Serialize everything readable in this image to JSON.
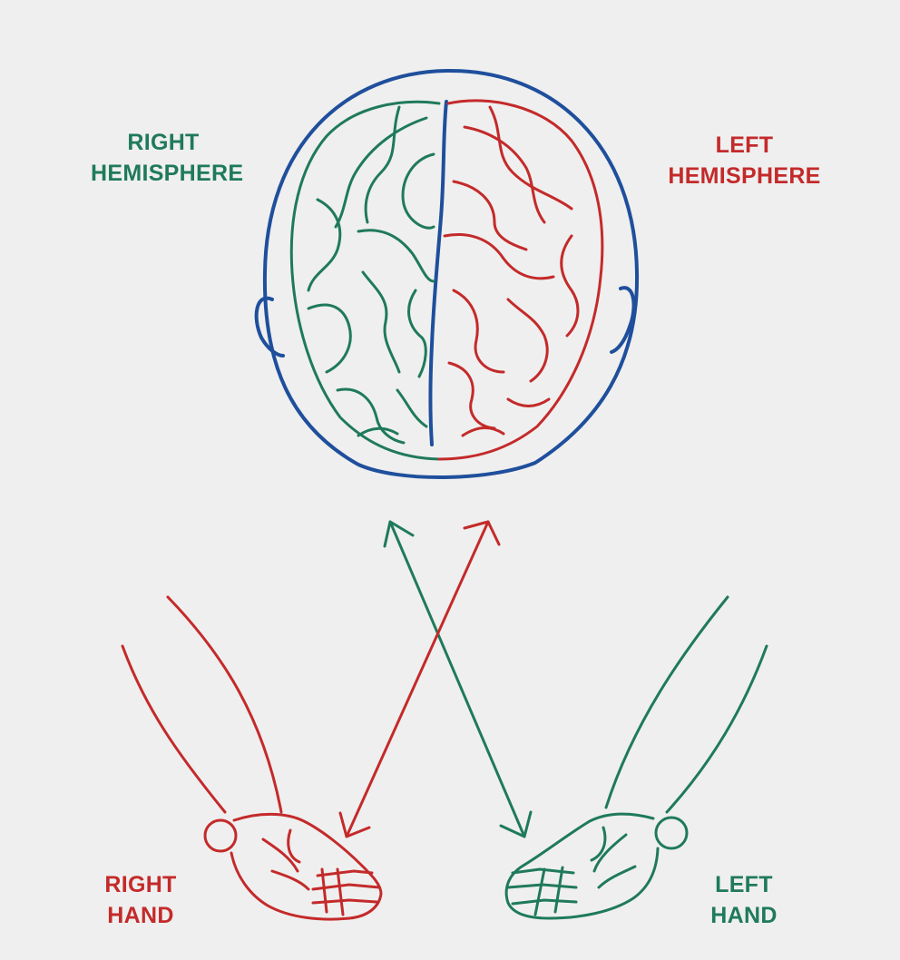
{
  "labels": {
    "right_hemisphere": [
      "RIGHT",
      "HEMISPHERE"
    ],
    "left_hemisphere": [
      "LEFT",
      "HEMISPHERE"
    ],
    "right_hand": [
      "RIGHT",
      "HAND"
    ],
    "left_hand": [
      "LEFT",
      "HAND"
    ]
  },
  "colors": {
    "background": "#efefef",
    "head_outline": "#1f4f9c",
    "right_side": "#1f7a5a",
    "left_side": "#c42a2a"
  },
  "icons": {
    "head": "head-top-view-icon",
    "right_hemisphere_brain": "brain-hemisphere-icon",
    "left_hemisphere_brain": "brain-hemisphere-icon",
    "right_hand": "open-hand-icon",
    "left_hand": "open-hand-icon",
    "arrows": "double-headed-arrow-icon"
  }
}
